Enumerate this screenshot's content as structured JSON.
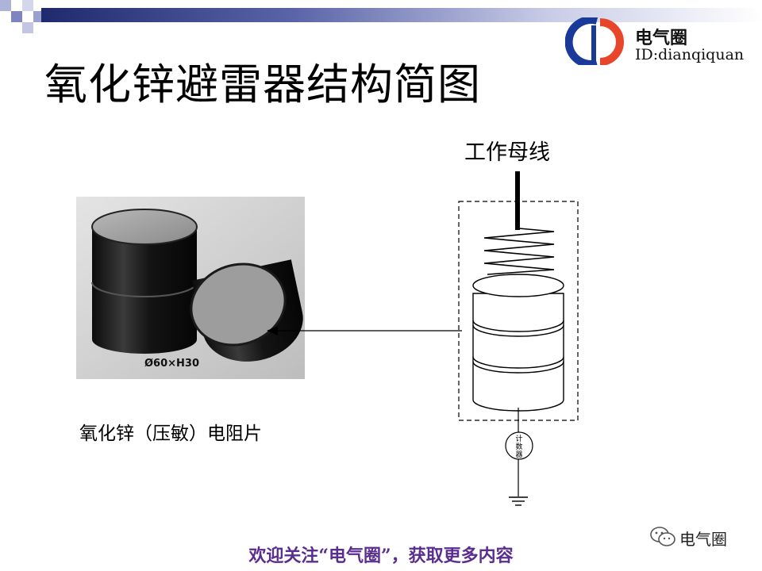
{
  "slide": {
    "title": "氧化锌避雷器结构简图",
    "caption": "氧化锌（压敏）电阻片",
    "footer": "欢迎关注“电气圈”，获取更多内容"
  },
  "logo": {
    "name": "电气圈",
    "id": "ID:dianqiquan",
    "icon": "dianqiquan-logo-icon",
    "colors": {
      "blue": "#1a3a9a",
      "red": "#e8462a"
    }
  },
  "photo": {
    "dimension_label": "Ø60×H30"
  },
  "diagram": {
    "busbar_label": "工作母线",
    "counter_label_line1": "计",
    "counter_label_line2": "数",
    "counter_label_line3": "器"
  },
  "watermark": {
    "label": "电气圈",
    "icon": "wechat-icon"
  },
  "colors": {
    "footer_text": "#5a2d91",
    "header_dark": "#1f2a6e",
    "header_light": "#c8cbe6"
  }
}
